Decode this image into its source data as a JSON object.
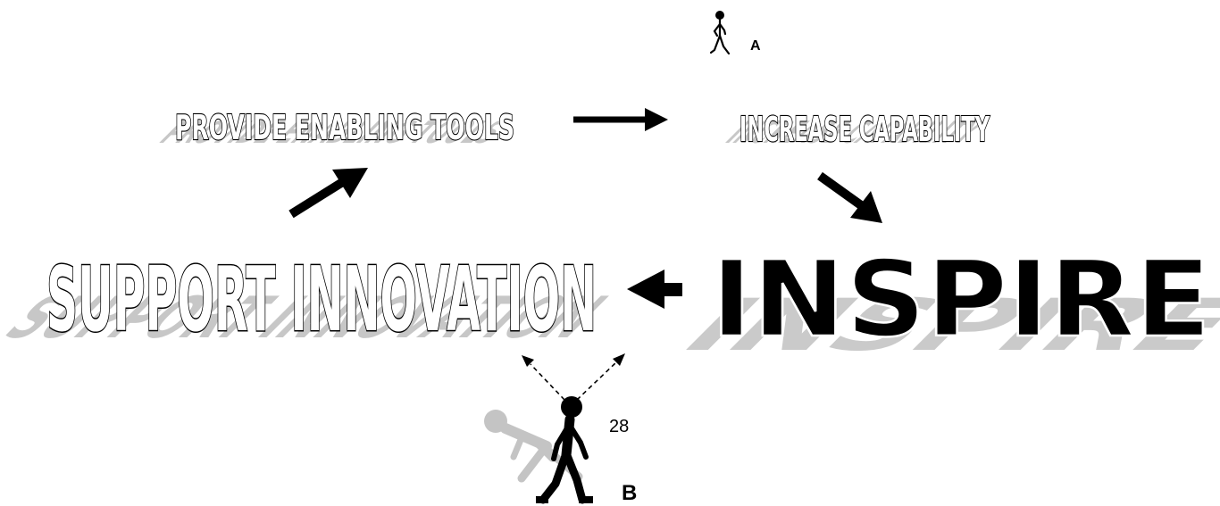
{
  "diagram": {
    "nodes": {
      "provide_tools": "PROVIDE ENABLING TOOLS",
      "increase_capability": "INCREASE CAPABILITY",
      "inspire": "INSPIRE",
      "support_innovation": "SUPPORT INNOVATION"
    },
    "labels": {
      "figure_a": "A",
      "figure_b": "B",
      "number": "28"
    },
    "edges": [
      {
        "from": "provide_tools",
        "to": "increase_capability"
      },
      {
        "from": "increase_capability",
        "to": "inspire"
      },
      {
        "from": "inspire",
        "to": "support_innovation"
      },
      {
        "from": "support_innovation",
        "to": "provide_tools"
      }
    ],
    "colors": {
      "ink": "#000000",
      "shadow": "#8c8c8c",
      "walker_shadow": "#c0c0c0"
    }
  }
}
